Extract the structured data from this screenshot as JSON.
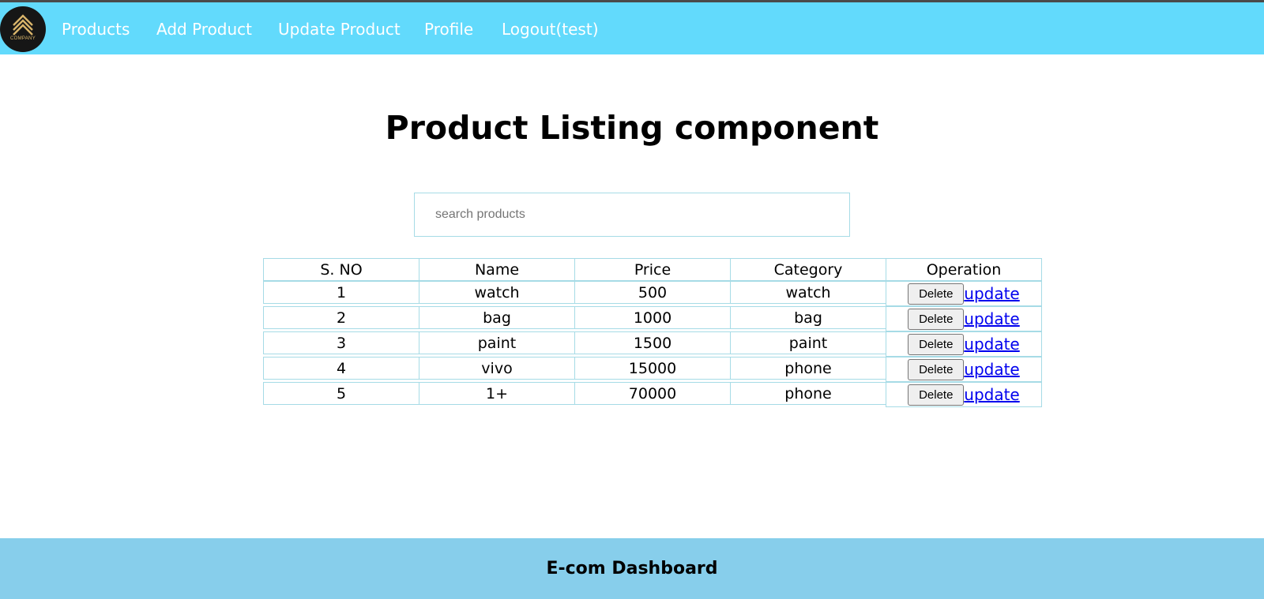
{
  "brand": {
    "logo_text": "COMPANY"
  },
  "nav": {
    "items": [
      {
        "label": "Products"
      },
      {
        "label": "Add Product"
      },
      {
        "label": "Update Product"
      },
      {
        "label": "Profile"
      },
      {
        "label": "Logout(test)"
      }
    ]
  },
  "page": {
    "title": "Product Listing component"
  },
  "search": {
    "placeholder": "search products",
    "value": ""
  },
  "table": {
    "headers": [
      "S. NO",
      "Name",
      "Price",
      "Category",
      "Operation"
    ],
    "rows": [
      {
        "sno": "1",
        "name": "watch",
        "price": "500",
        "category": "watch"
      },
      {
        "sno": "2",
        "name": "bag",
        "price": "1000",
        "category": "bag"
      },
      {
        "sno": "3",
        "name": "paint",
        "price": "1500",
        "category": "paint"
      },
      {
        "sno": "4",
        "name": "vivo",
        "price": "15000",
        "category": "phone"
      },
      {
        "sno": "5",
        "name": "1+",
        "price": "70000",
        "category": "phone"
      }
    ],
    "delete_label": "Delete",
    "update_label": "update"
  },
  "footer": {
    "text": "E-com Dashboard"
  },
  "colors": {
    "nav_bg": "#62dafc",
    "footer_bg": "#87ceeb",
    "table_border": "#a6dbe6",
    "link": "#0000ee"
  }
}
